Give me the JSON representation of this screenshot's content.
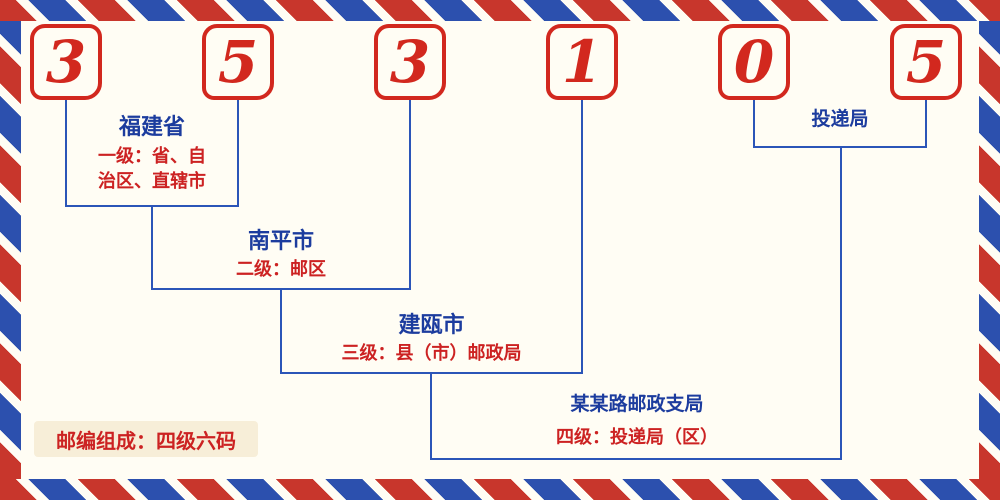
{
  "postal_code": {
    "digits": [
      "3",
      "5",
      "3",
      "1",
      "0",
      "5"
    ]
  },
  "annotations": {
    "level1": {
      "name": "福建省",
      "desc_line1": "一级：省、自",
      "desc_line2": "治区、直辖市"
    },
    "level2": {
      "name": "南平市",
      "desc": "二级：邮区"
    },
    "level3": {
      "name": "建瓯市",
      "desc": "三级：县（市）邮政局"
    },
    "level4": {
      "name": "某某路邮政支局",
      "desc": "四级：投递局（区）"
    },
    "delivery": {
      "name": "投递局"
    }
  },
  "footer": {
    "composition_label": "邮编组成：四级六码"
  },
  "colors": {
    "digit_red": "#d2281e",
    "text_red": "#cc2222",
    "text_navy": "#1c3c9e",
    "line_blue": "#2b55b8",
    "stripe_red": "#c8362c",
    "stripe_blue": "#2c50ae",
    "background": "#fffdf4"
  }
}
